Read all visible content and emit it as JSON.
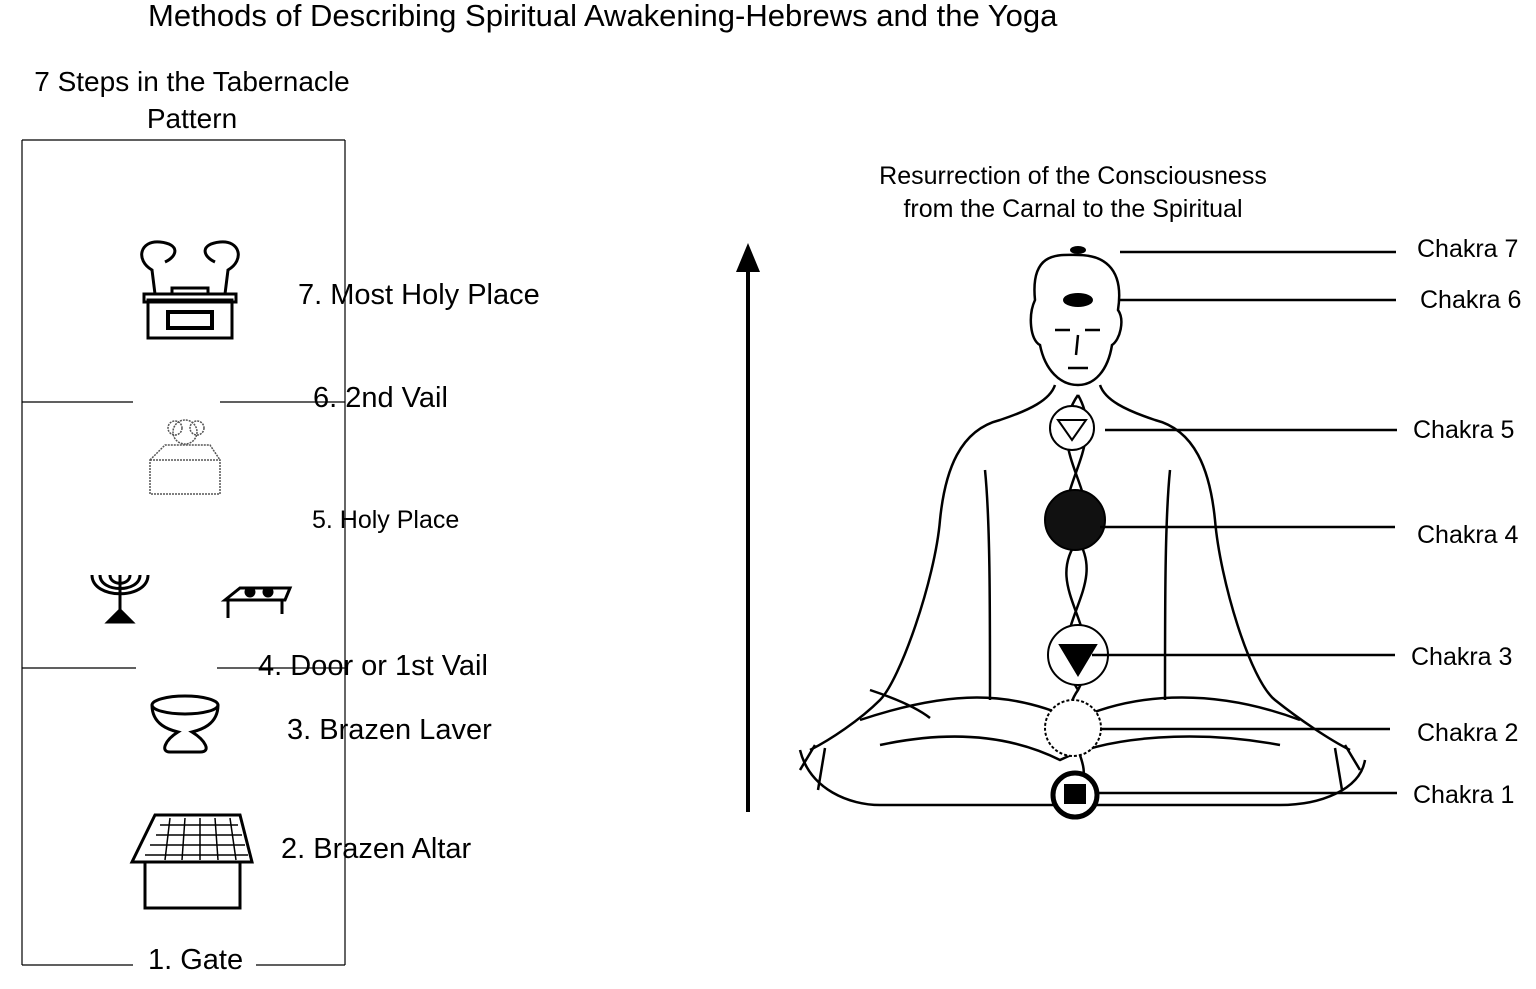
{
  "title": "Methods of Describing Spiritual Awakening-Hebrews and the Yoga",
  "tabernacle": {
    "heading_line1": "7 Steps in the Tabernacle",
    "heading_line2": "Pattern",
    "steps": [
      "7. Most Holy Place",
      "6. 2nd Vail",
      "5. Holy Place",
      "4. Door or 1st Vail",
      "3. Brazen Laver",
      "2. Brazen Altar",
      "1. Gate"
    ]
  },
  "yoga": {
    "heading_line1": "Resurrection of the Consciousness",
    "heading_line2": "from the Carnal to the Spiritual",
    "chakras": [
      "Chakra 7",
      "Chakra 6",
      "Chakra 5",
      "Chakra 4",
      "Chakra 3",
      "Chakra 2",
      "Chakra 1"
    ]
  }
}
